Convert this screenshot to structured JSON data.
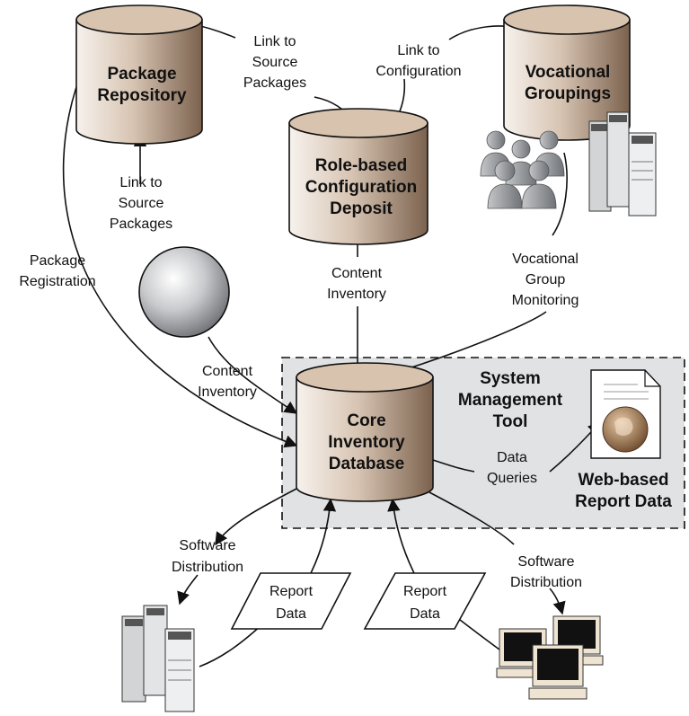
{
  "colors": {
    "cylinder_light": "#f5efe9",
    "cylinder_dark": "#7f6652",
    "cylinder_top": "#d8c3ae",
    "panel_fill": "#e1e2e4",
    "monitor_beige": "#efe3d2",
    "person_gray": "#8a8d91",
    "line": "#111111"
  },
  "nodes": {
    "package_repository": [
      "Package",
      "Repository"
    ],
    "role_config": [
      "Role-based",
      "Configuration",
      "Deposit"
    ],
    "vocational_groupings": [
      "Vocational",
      "Groupings"
    ],
    "core_db": [
      "Core",
      "Inventory",
      "Database"
    ],
    "smt": [
      "System",
      "Management",
      "Tool"
    ],
    "web_report": [
      "Web-based",
      "Report Data"
    ]
  },
  "edges": {
    "link_source_top": [
      "Link to",
      "Source",
      "Packages"
    ],
    "link_config": [
      "Link to",
      "Configuration"
    ],
    "link_source_mid": [
      "Link to",
      "Source",
      "Packages"
    ],
    "package_registration": [
      "Package",
      "Registration"
    ],
    "content_inventory_center": [
      "Content",
      "Inventory"
    ],
    "vocational_monitoring": [
      "Vocational",
      "Group",
      "Monitoring"
    ],
    "content_inventory_left": [
      "Content",
      "Inventory"
    ],
    "data_queries": [
      "Data",
      "Queries"
    ],
    "software_dist_left": [
      "Software",
      "Distribution"
    ],
    "software_dist_right": [
      "Software",
      "Distribution"
    ],
    "report_data_left": [
      "Report",
      "Data"
    ],
    "report_data_right": [
      "Report",
      "Data"
    ]
  },
  "icons": [
    "server-rack-icon",
    "people-group-icon",
    "sphere-icon",
    "globe-document-icon",
    "workstation-icon"
  ]
}
